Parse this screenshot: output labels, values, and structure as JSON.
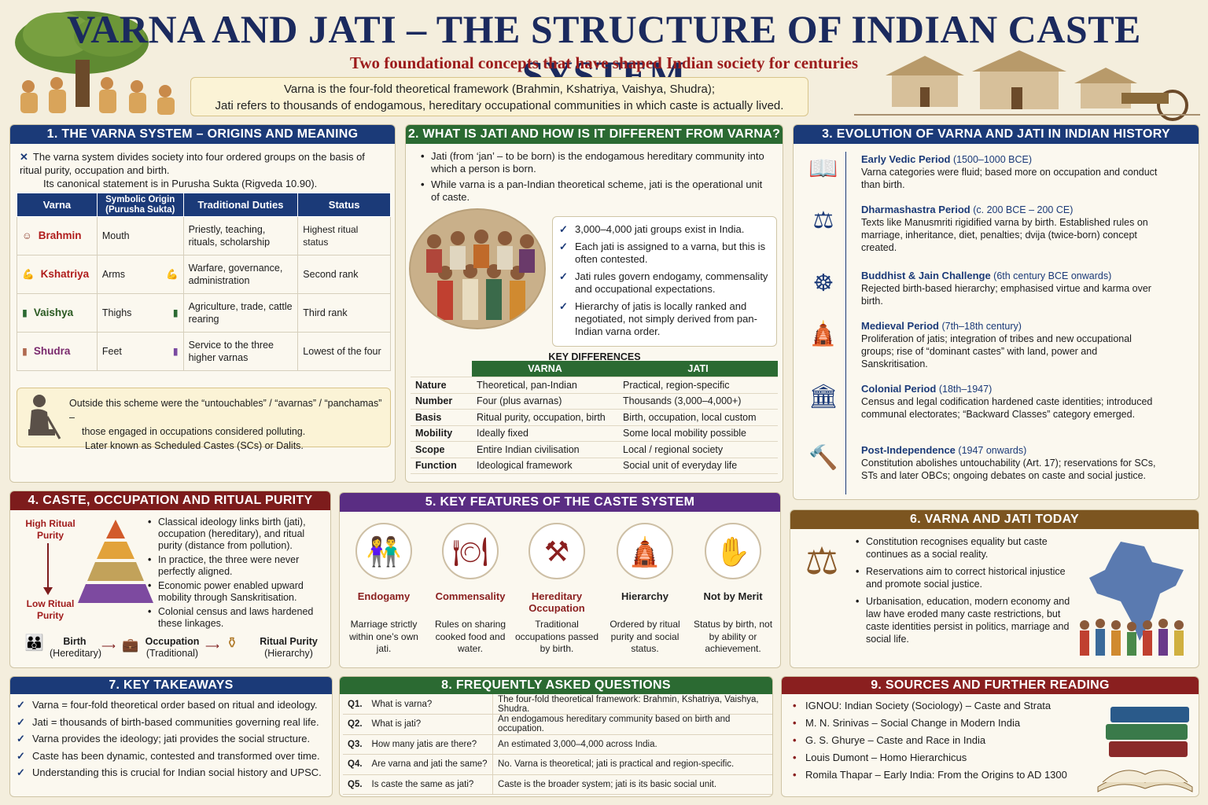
{
  "header": {
    "title": "VARNA AND JATI – THE STRUCTURE OF INDIAN CASTE SYSTEM",
    "subtitle": "Two foundational concepts that have shaped Indian society for centuries",
    "intro_line1": "Varna is the four-fold theoretical framework (Brahmin, Kshatriya, Vaishya, Shudra);",
    "intro_line2": "Jati refers to thousands of endogamous, hereditary occupational communities in which caste is actually lived."
  },
  "s1": {
    "title": "1. THE VARNA SYSTEM – ORIGINS AND MEANING",
    "p1": "The varna system divides society into four ordered groups on the basis of ritual purity, occupation and birth.",
    "p2": "Its canonical statement is in Purusha Sukta (Rigveda 10.90).",
    "headers": [
      "Varna",
      "Symbolic Origin (Purusha Sukta)",
      "Traditional Duties",
      "Status"
    ],
    "rows": [
      {
        "varna": "Brahmin",
        "origin": "Mouth",
        "duties": "Priestly, teaching, rituals, scholarship",
        "status": "Highest ritual status",
        "color": "#b01c1c"
      },
      {
        "varna": "Kshatriya",
        "origin": "Arms",
        "duties": "Warfare, governance, administration",
        "status": "Second rank",
        "color": "#b01c1c"
      },
      {
        "varna": "Vaishya",
        "origin": "Thighs",
        "duties": "Agriculture, trade, cattle rearing",
        "status": "Third rank",
        "color": "#2b5a22"
      },
      {
        "varna": "Shudra",
        "origin": "Feet",
        "duties": "Service to the three higher varnas",
        "status": "Lowest of the four",
        "color": "#7a2a6e"
      }
    ],
    "outside1": "Outside this scheme were the “untouchables” / “avarnas” / “panchamas” –",
    "outside2": "those engaged in occupations considered polluting.",
    "outside3": "Later known as Scheduled Castes (SCs) or Dalits."
  },
  "s2": {
    "title": "2. WHAT IS JATI AND HOW IS IT DIFFERENT FROM VARNA?",
    "b1": "Jati (from ‘jan’ – to be born) is the endogamous hereditary community into which a person is born.",
    "b2": "While varna is a pan-Indian theoretical scheme, jati is the operational unit of caste.",
    "checks": [
      "3,000–4,000 jati groups exist in India.",
      "Each jati is assigned to a varna, but this is often contested.",
      "Jati rules govern endogamy, commensality and occupational expectations.",
      "Hierarchy of jatis is locally ranked and negotiated, not simply derived from pan-Indian varna order."
    ],
    "kd_title": "KEY DIFFERENCES",
    "kd_cols": [
      "VARNA",
      "JATI"
    ],
    "kd_rows": [
      {
        "label": "Nature",
        "varna": "Theoretical, pan-Indian",
        "jati": "Practical, region-specific"
      },
      {
        "label": "Number",
        "varna": "Four (plus avarnas)",
        "jati": "Thousands (3,000–4,000+)"
      },
      {
        "label": "Basis",
        "varna": "Ritual purity, occupation, birth",
        "jati": "Birth, occupation, local custom"
      },
      {
        "label": "Mobility",
        "varna": "Ideally fixed",
        "jati": "Some local mobility possible"
      },
      {
        "label": "Scope",
        "varna": "Entire Indian civilisation",
        "jati": "Local / regional society"
      },
      {
        "label": "Function",
        "varna": "Ideological framework",
        "jati": "Social unit of everyday life"
      }
    ]
  },
  "s3": {
    "title": "3. EVOLUTION OF VARNA AND JATI IN INDIAN HISTORY",
    "items": [
      {
        "icon": "book-icon",
        "head": "Early Vedic Period",
        "date": "(1500–1000 BCE)",
        "text": "Varna categories were fluid; based more on occupation and conduct than birth."
      },
      {
        "icon": "scales-icon",
        "head": "Dharmashastra Period",
        "date": "(c. 200 BCE – 200 CE)",
        "text": "Texts like Manusmriti rigidified varna by birth. Established rules on marriage, inheritance, diet, penalties; dvija (twice-born) concept created."
      },
      {
        "icon": "dharma-wheel-icon",
        "head": "Buddhist & Jain Challenge",
        "date": "(6th century BCE onwards)",
        "text": "Rejected birth-based hierarchy; emphasised virtue and karma over birth."
      },
      {
        "icon": "temple-icon",
        "head": "Medieval Period",
        "date": "(7th–18th century)",
        "text": "Proliferation of jatis; integration of tribes and new occupational groups; rise of “dominant castes” with land, power and Sanskritisation."
      },
      {
        "icon": "colonial-building-icon",
        "head": "Colonial Period",
        "date": "(18th–1947)",
        "text": "Census and legal codification hardened caste identities; introduced communal electorates; “Backward Classes” category emerged."
      },
      {
        "icon": "gavel-icon",
        "head": "Post-Independence",
        "date": "(1947 onwards)",
        "text": "Constitution abolishes untouchability (Art. 17); reservations for SCs, STs and later OBCs; ongoing debates on caste and social justice."
      }
    ]
  },
  "s4": {
    "title": "4. CASTE, OCCUPATION AND RITUAL PURITY",
    "high": "High Ritual Purity",
    "low": "Low Ritual Purity",
    "bullets": [
      "Classical ideology links birth (jati), occupation (hereditary), and ritual purity (distance from pollution).",
      "In practice, the three were never perfectly aligned.",
      "Economic power enabled upward mobility through Sanskritisation.",
      "Colonial census and laws hardened these linkages."
    ],
    "flow": [
      {
        "a": "Birth",
        "b": "(Hereditary)"
      },
      {
        "a": "Occupation",
        "b": "(Traditional)"
      },
      {
        "a": "Ritual Purity",
        "b": "(Hierarchy)"
      }
    ]
  },
  "s5": {
    "title": "5. KEY FEATURES OF THE CASTE SYSTEM",
    "features": [
      {
        "icon": "couple-icon",
        "glyph": "👫",
        "name": "Endogamy",
        "desc": "Marriage strictly within one’s own jati."
      },
      {
        "icon": "plate-icon",
        "glyph": "🍽",
        "name": "Commensality",
        "desc": "Rules on sharing cooked food and water."
      },
      {
        "icon": "tools-icon",
        "glyph": "⚒",
        "name": "Hereditary Occupation",
        "desc": "Traditional occupations passed by birth."
      },
      {
        "icon": "temple-icon",
        "glyph": "🛕",
        "name": "Hierarchy",
        "desc": "Ordered by ritual purity and social status."
      },
      {
        "icon": "stop-hand-icon",
        "glyph": "✋",
        "name": "Not by Merit",
        "desc": "Status by birth, not by ability or achievement."
      }
    ]
  },
  "s6": {
    "title": "6. VARNA AND JATI TODAY",
    "bullets": [
      "Constitution recognises equality but caste continues as a social reality.",
      "Reservations aim to correct historical injustice and promote social justice.",
      "Urbanisation, education, modern economy and law have eroded many caste restrictions, but caste identities persist in politics, marriage and social life."
    ]
  },
  "s7": {
    "title": "7. KEY TAKEAWAYS",
    "items": [
      "Varna = four-fold theoretical order based on ritual and ideology.",
      "Jati = thousands of birth-based communities governing real life.",
      "Varna provides the ideology; jati provides the social structure.",
      "Caste has been dynamic, contested and transformed over time.",
      "Understanding this is crucial for Indian social history and UPSC."
    ]
  },
  "s8": {
    "title": "8. FREQUENTLY ASKED QUESTIONS",
    "faqs": [
      {
        "n": "Q1.",
        "q": "What is varna?",
        "a": "The four-fold theoretical framework: Brahmin, Kshatriya, Vaishya, Shudra."
      },
      {
        "n": "Q2.",
        "q": "What is jati?",
        "a": "An endogamous hereditary community based on birth and occupation."
      },
      {
        "n": "Q3.",
        "q": "How many jatis are there?",
        "a": "An estimated 3,000–4,000 across India."
      },
      {
        "n": "Q4.",
        "q": "Are varna and jati the same?",
        "a": "No. Varna is theoretical; jati is practical and region-specific."
      },
      {
        "n": "Q5.",
        "q": "Is caste the same as jati?",
        "a": "Caste is the broader system; jati is its basic social unit."
      }
    ]
  },
  "s9": {
    "title": "9. SOURCES AND FURTHER READING",
    "items": [
      "IGNOU: Indian Society (Sociology) – Caste and Strata",
      "M. N. Srinivas – Social Change in Modern India",
      "G. S. Ghurye – Caste and Race in India",
      "Louis Dumont – Homo Hierarchicus",
      "Romila Thapar – Early India: From the Origins to AD 1300"
    ]
  }
}
